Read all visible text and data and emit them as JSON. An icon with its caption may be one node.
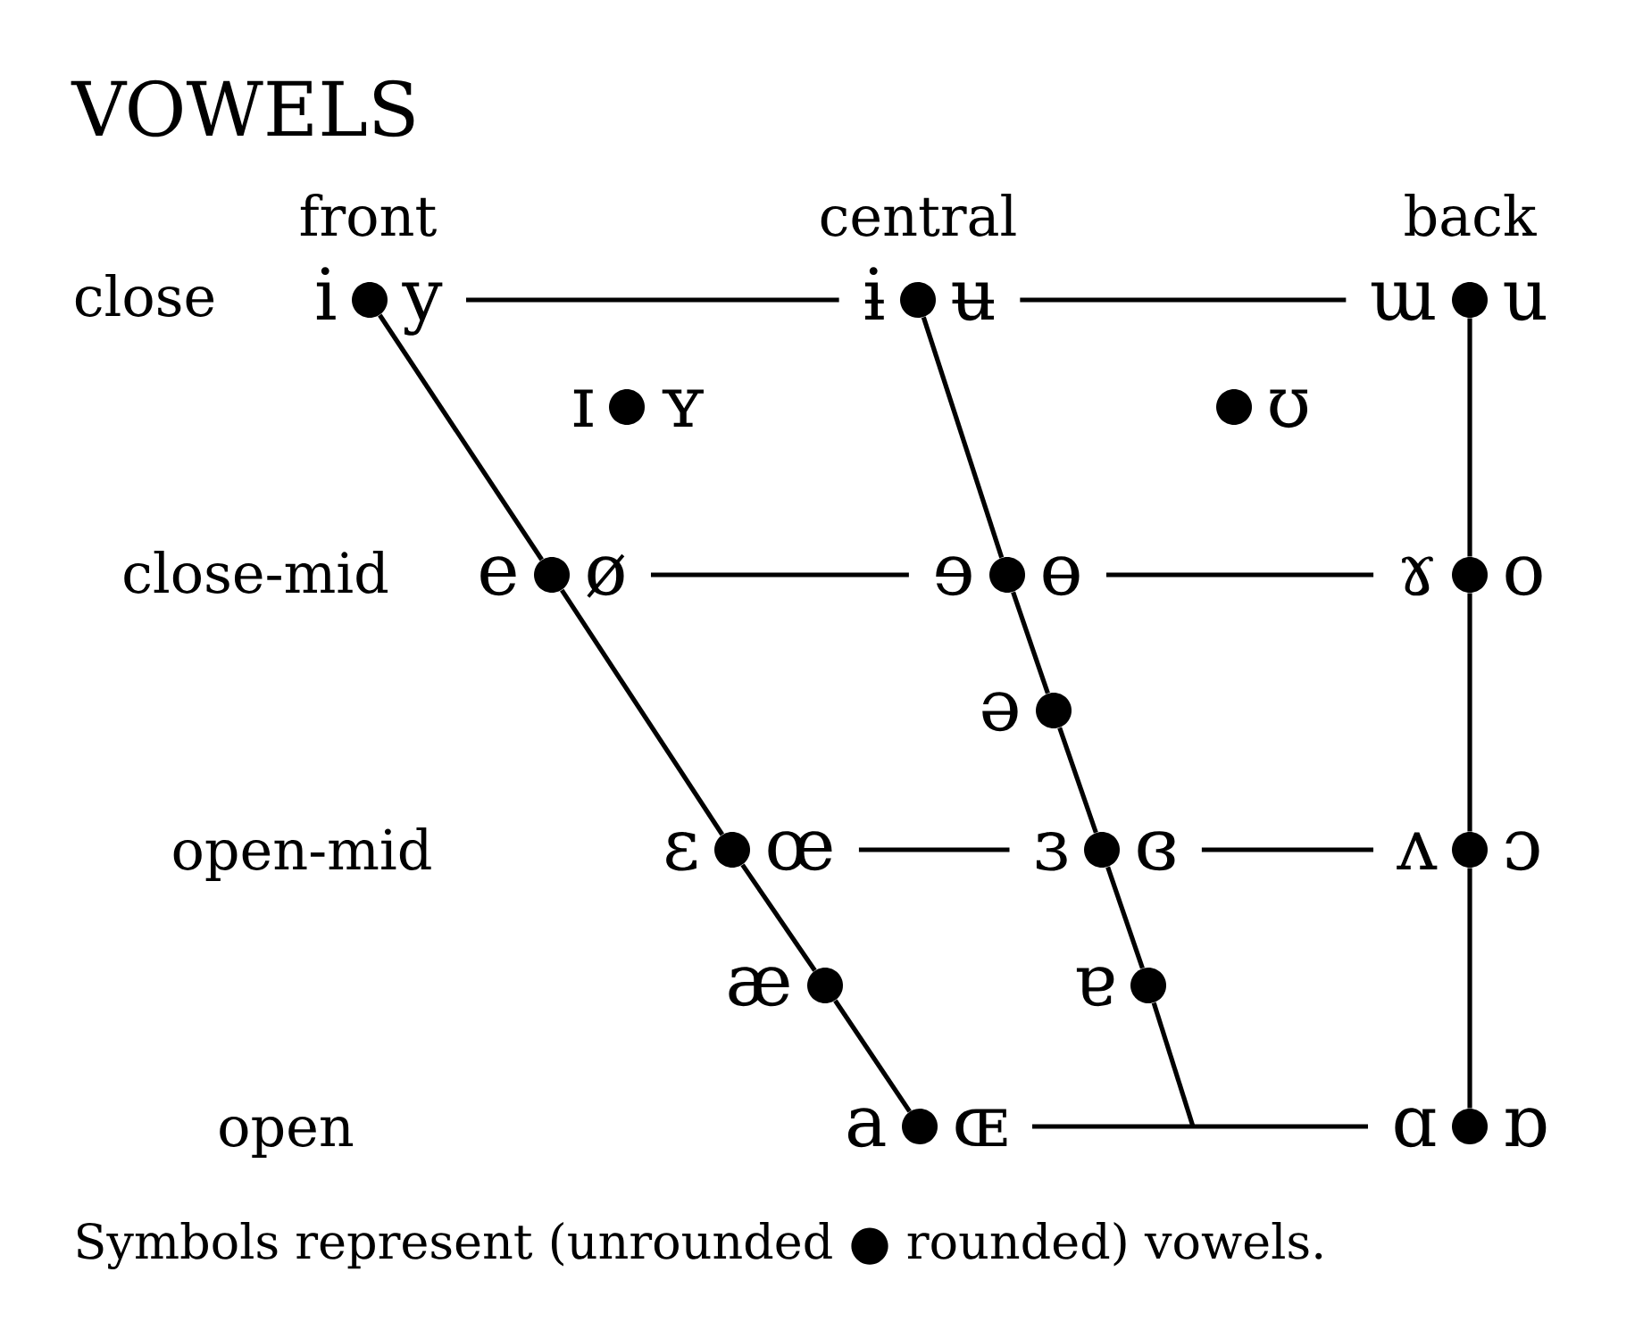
{
  "diagram": {
    "title": "VOWELS",
    "caption": "Symbols represent (unrounded ● rounded) vowels.",
    "nodes": [
      {
        "text": [
          "i",
          "y"
        ]
      },
      {
        "text": [
          "ɨ",
          "ʉ"
        ]
      },
      {
        "text": [
          "ɯ",
          "u"
        ]
      },
      {
        "text": [
          "ɪ",
          "ʏ"
        ]
      },
      {
        "text": [
          "ʊ"
        ]
      },
      {
        "text": [
          "e",
          "ø"
        ]
      },
      {
        "text": [
          "ɘ",
          "ɵ"
        ]
      },
      {
        "text": [
          "ɤ",
          "o"
        ]
      },
      {
        "text": [
          "ə"
        ]
      },
      {
        "text": [
          "ɛ",
          "œ"
        ]
      },
      {
        "text": [
          "ɜ",
          "ɞ"
        ]
      },
      {
        "text": [
          "ʌ",
          "ɔ"
        ]
      },
      {
        "text": [
          "æ"
        ]
      },
      {
        "text": [
          "ɐ"
        ]
      },
      {
        "text": [
          "a",
          "ɶ"
        ]
      },
      {
        "text": [
          "ɑ",
          "ɒ"
        ]
      }
    ],
    "edges": [
      {
        "from": 0,
        "to": 1,
        "arrow": "none"
      },
      {
        "from": 1,
        "to": 2,
        "arrow": "none"
      },
      {
        "from": 0,
        "to": 5,
        "arrow": "none"
      },
      {
        "from": 1,
        "to": 6,
        "arrow": "none"
      },
      {
        "from": 2,
        "to": 7,
        "arrow": "none"
      },
      {
        "from": 5,
        "to": 6,
        "arrow": "none"
      },
      {
        "from": 6,
        "to": 7,
        "arrow": "none"
      },
      {
        "from": 6,
        "to": 8,
        "arrow": "none"
      },
      {
        "from": 5,
        "to": 9,
        "arrow": "none"
      },
      {
        "from": 8,
        "to": 10,
        "arrow": "none"
      },
      {
        "from": 7,
        "to": 11,
        "arrow": "none"
      },
      {
        "from": 9,
        "to": 10,
        "arrow": "none"
      },
      {
        "from": 10,
        "to": 11,
        "arrow": "none"
      },
      {
        "from": 9,
        "to": 12,
        "arrow": "none"
      },
      {
        "from": 10,
        "to": 13,
        "arrow": "none"
      },
      {
        "from": 12,
        "to": 14,
        "arrow": "none"
      },
      {
        "from": 13,
        "to": null,
        "arrow": "none"
      },
      {
        "from": 11,
        "to": 15,
        "arrow": "none"
      },
      {
        "from": 14,
        "to": 15,
        "arrow": "none"
      }
    ],
    "labels": [
      "front",
      "central",
      "back",
      "close",
      "close-mid",
      "open-mid",
      "open"
    ]
  }
}
